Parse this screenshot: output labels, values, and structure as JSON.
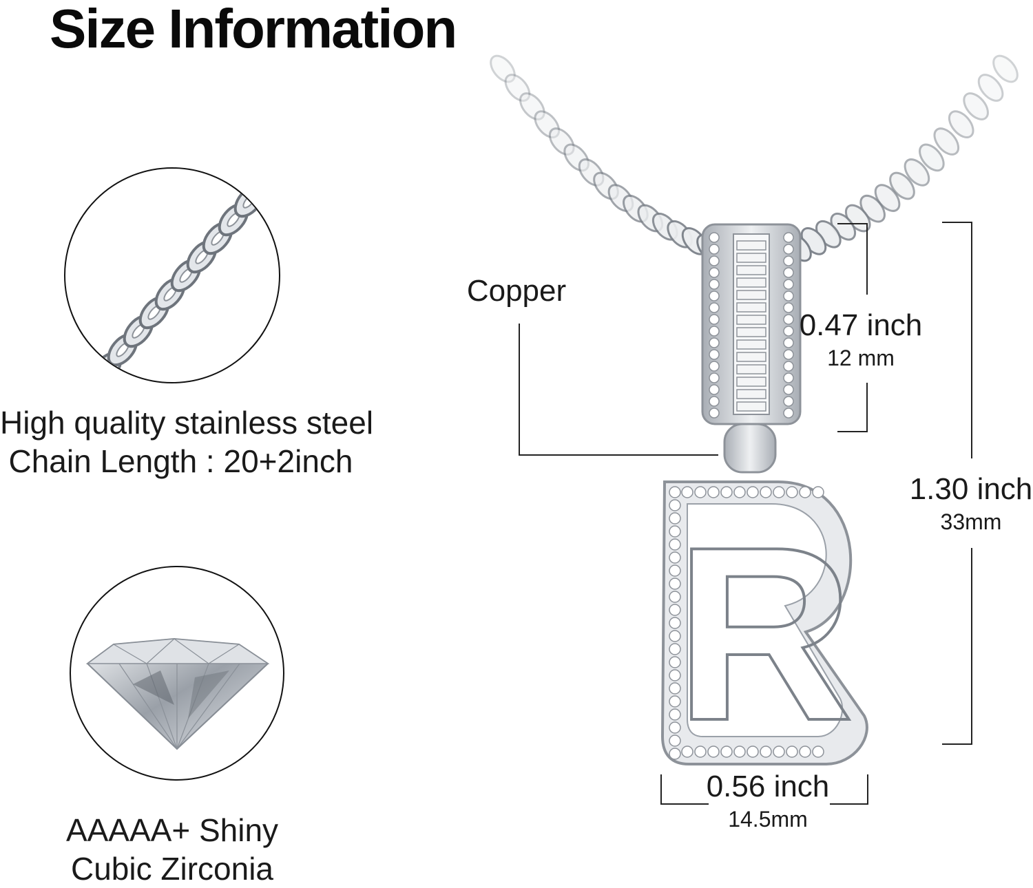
{
  "title": "Size Information",
  "chain_feature": {
    "line1": "High quality stainless steel",
    "line2": "Chain Length : 20+2inch",
    "icon": "chain-detail-image"
  },
  "stone_feature": {
    "line1": "AAAAA+ Shiny",
    "line2": "Cubic Zirconia",
    "icon": "diamond-image"
  },
  "material_label": "Copper",
  "bail_dimension": {
    "inch": "0.47 inch",
    "mm": "12 mm"
  },
  "height_dimension": {
    "inch": "1.30 inch",
    "mm": "33mm"
  },
  "width_dimension": {
    "inch": "0.56 inch",
    "mm": "14.5mm"
  },
  "pendant_letter": "R",
  "colors": {
    "metal": "#c9ccd1",
    "metal_dark": "#8d9299",
    "text": "#1a1a1a"
  }
}
